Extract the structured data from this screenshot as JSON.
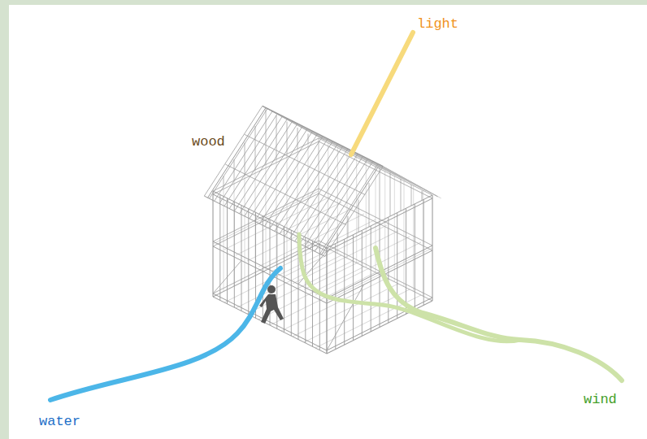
{
  "diagram": {
    "labels": [
      "light",
      "wood",
      "water",
      "wind"
    ]
  }
}
